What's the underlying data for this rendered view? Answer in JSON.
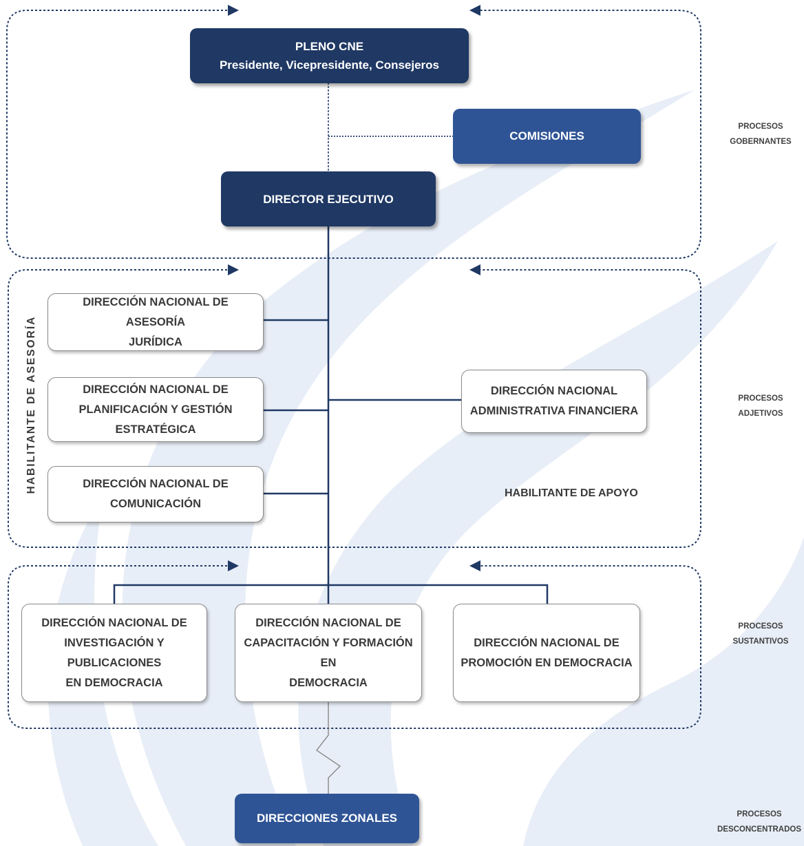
{
  "nodes": {
    "pleno": "PLENO CNE\nPresidente, Vicepresidente, Consejeros",
    "comisiones": "COMISIONES",
    "director": "DIRECTOR EJECUTIVO",
    "asesoria_juridica": "DIRECCIÓN NACIONAL  DE ASESORÍA\nJURÍDICA",
    "planificacion": "DIRECCIÓN NACIONAL DE\nPLANIFICACIÓN Y GESTIÓN\nESTRATÉGICA",
    "comunicacion": "DIRECCIÓN NACIONAL DE\nCOMUNICACIÓN",
    "administrativa": "DIRECCIÓN NACIONAL\nADMINISTRATIVA FINANCIERA",
    "investigacion": "DIRECCIÓN NACIONAL DE\nINVESTIGACIÓN Y PUBLICACIONES\nEN DEMOCRACIA",
    "capacitacion": "DIRECCIÓN NACIONAL DE\nCAPACITACIÓN Y FORMACIÓN EN\nDEMOCRACIA",
    "promocion": "DIRECCIÓN NACIONAL DE\nPROMOCIÓN EN DEMOCRACIA",
    "zonales": "DIRECCIONES ZONALES"
  },
  "group_labels": {
    "habilitante_asesoria": "HABILITANTE DE ASESORÍA",
    "habilitante_apoyo": "HABILITANTE DE APOYO"
  },
  "process_labels": {
    "gobernantes": "PROCESOS\nGOBERNANTES",
    "adjetivos": "PROCESOS\nADJETIVOS",
    "sustantivos": "PROCESOS\nSUSTANTIVOS",
    "desconcentrados": "PROCESOS\nDESCONCENTRADOS"
  },
  "colors": {
    "dark_box": "#1f3864",
    "mid_box": "#2f5496",
    "dotted_border": "#1f3864",
    "connector": "#1f3864",
    "watermark": "#e8eef7"
  }
}
